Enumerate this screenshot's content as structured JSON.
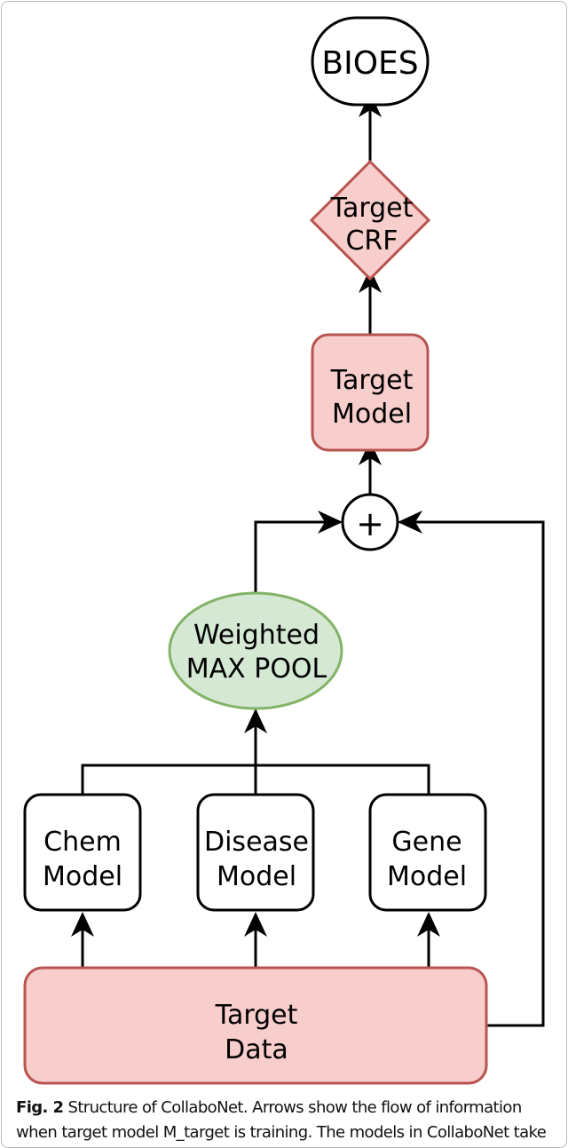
{
  "nodes": {
    "bioes": "BIOES",
    "target_crf": [
      "Target",
      "CRF"
    ],
    "target_model": [
      "Target",
      "Model"
    ],
    "plus": "+",
    "weighted_max_pool": [
      "Weighted",
      "MAX POOL"
    ],
    "chem_model": [
      "Chem",
      "Model"
    ],
    "disease_model": [
      "Disease",
      "Model"
    ],
    "gene_model": [
      "Gene",
      "Model"
    ],
    "target_data": [
      "Target",
      "Data"
    ]
  },
  "caption": {
    "label": "Fig. 2",
    "line1": "Structure of CollaboNet. Arrows show the flow of information",
    "line2": "when target model M_target is training. The models in CollaboNet take"
  },
  "colors": {
    "red_fill": "#f8cecc",
    "red_stroke": "#b85450",
    "green_fill": "#d5e8d4",
    "green_stroke": "#82b366",
    "black": "#000000"
  }
}
